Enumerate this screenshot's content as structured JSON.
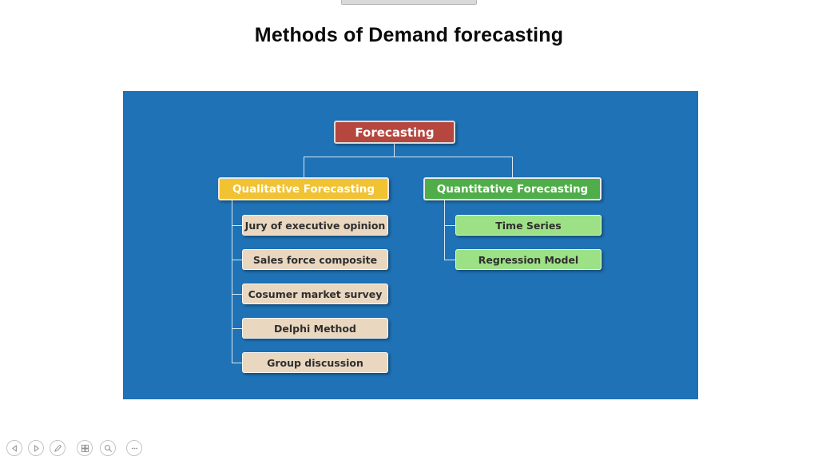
{
  "slide": {
    "title": "Methods of Demand forecasting"
  },
  "diagram": {
    "canvas_color": "#1e72b5",
    "connector_color": "#d9e8f5",
    "root": {
      "label": "Forecasting",
      "color": "#b5473f"
    },
    "branches": [
      {
        "label": "Qualitative Forecasting",
        "color": "#f1c232",
        "child_color": "#ead7c0",
        "children": [
          "Jury of executive opinion",
          "Sales force composite",
          "Cosumer market survey",
          "Delphi Method",
          "Group discussion"
        ]
      },
      {
        "label": "Quantitative Forecasting",
        "color": "#4fae49",
        "child_color": "#9de186",
        "children": [
          "Time Series",
          "Regression Model"
        ]
      }
    ]
  },
  "controls": {
    "buttons": [
      {
        "icon": "previous-arrow-icon"
      },
      {
        "icon": "next-arrow-icon"
      },
      {
        "icon": "pen-icon"
      },
      {
        "icon": "all-slides-icon"
      },
      {
        "icon": "zoom-icon"
      },
      {
        "icon": "more-options-icon"
      }
    ]
  }
}
